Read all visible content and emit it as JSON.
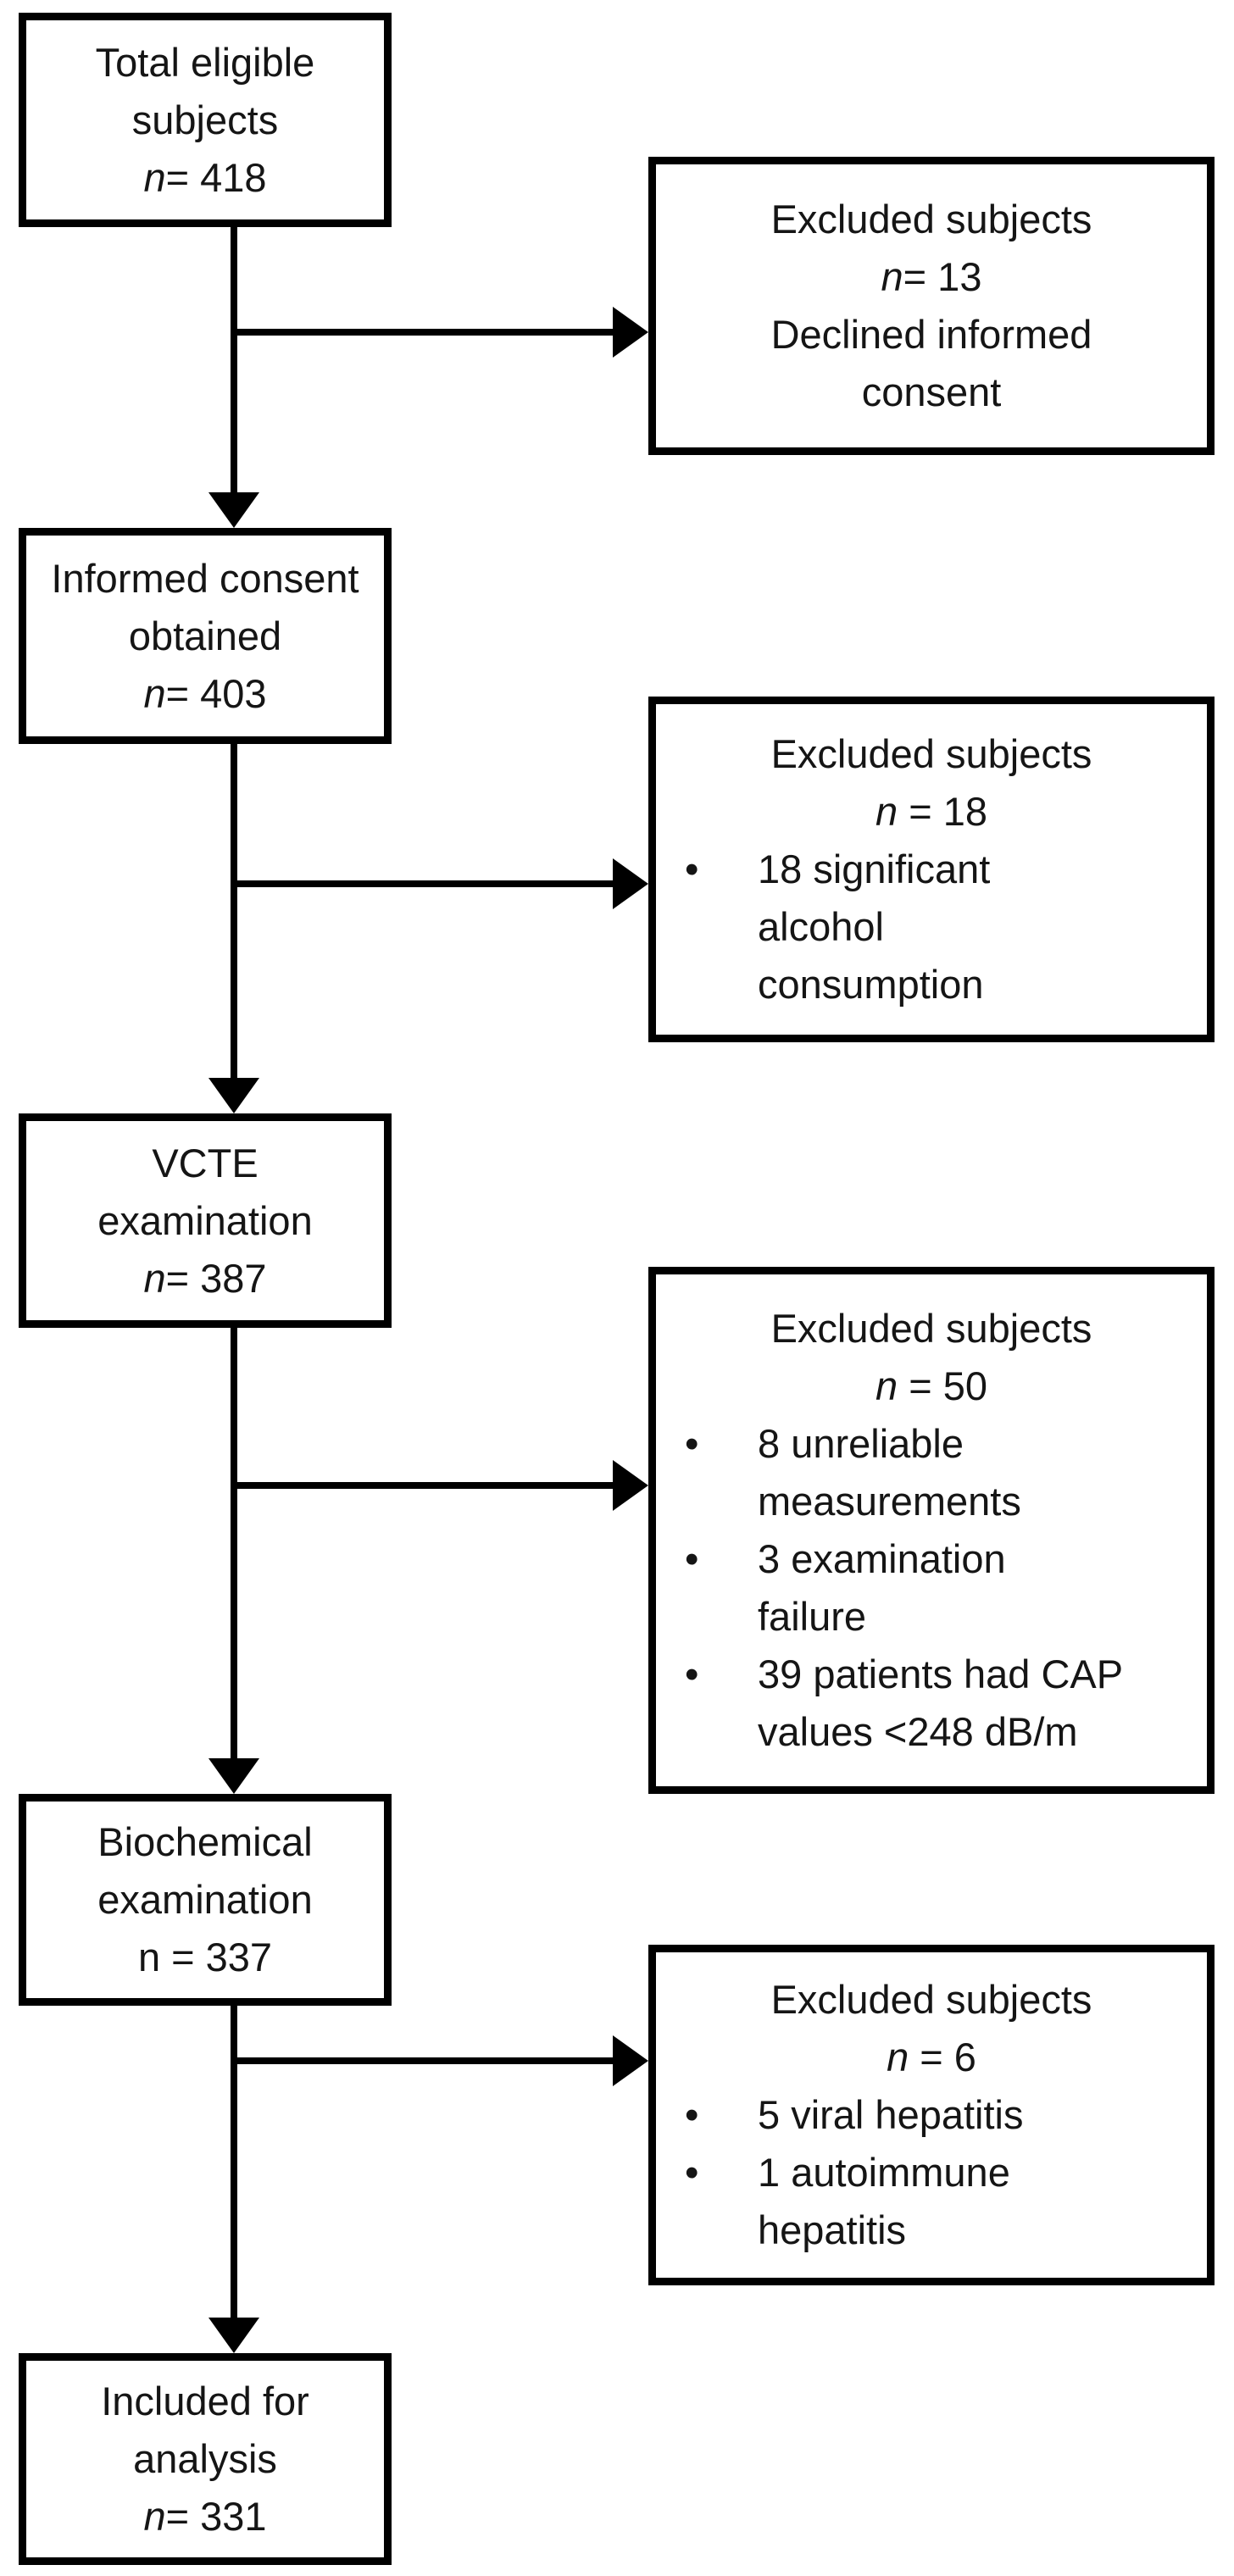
{
  "colors": {
    "border": "#000000",
    "text": "#151515",
    "background": "#ffffff"
  },
  "left_boxes": [
    {
      "title": "Total eligible\nsubjects",
      "n_italic": "n",
      "n_rest": "= 418"
    },
    {
      "title": "Informed consent\nobtained",
      "n_italic": "n",
      "n_rest": "= 403"
    },
    {
      "title": "VCTE\nexamination",
      "n_italic": "n",
      "n_rest": "= 387"
    },
    {
      "title": "Biochemical\nexamination",
      "n_italic": "",
      "n_rest": "n = 337"
    },
    {
      "title": "Included for\nanalysis",
      "n_italic": "n",
      "n_rest": "= 331"
    }
  ],
  "right_boxes": [
    {
      "header": "Excluded subjects",
      "n_italic": "n",
      "n_rest": "= 13",
      "body": "Declined informed\nconsent",
      "bullets": []
    },
    {
      "header": "Excluded subjects",
      "n_italic": "n",
      "n_rest": " = 18",
      "body": "",
      "bullets": [
        {
          "marker": "•",
          "text": "18 significant\nalcohol\nconsumption"
        }
      ]
    },
    {
      "header": "Excluded subjects",
      "n_italic": "n",
      "n_rest": " = 50",
      "body": "",
      "bullets": [
        {
          "marker": "•",
          "text": "8 unreliable\nmeasurements"
        },
        {
          "marker": "•",
          "text": "3 examination\nfailure"
        },
        {
          "marker": "•",
          "text": "39 patients had CAP\nvalues <248 dB/m"
        }
      ]
    },
    {
      "header": "Excluded subjects",
      "n_italic": "n",
      "n_rest": " = 6",
      "body": "",
      "bullets": [
        {
          "marker": "•",
          "text": "5 viral hepatitis"
        },
        {
          "marker": "•",
          "text": "1 autoimmune\nhepatitis"
        }
      ]
    }
  ]
}
